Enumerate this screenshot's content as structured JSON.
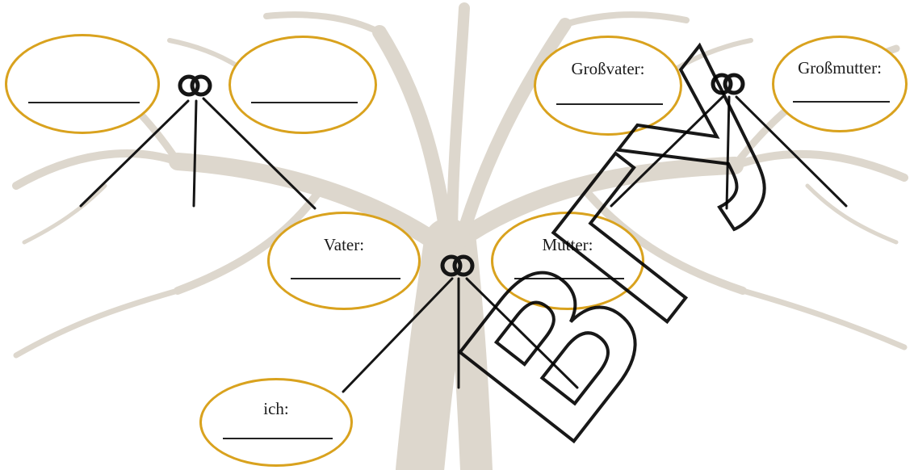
{
  "colors": {
    "ellipse_border": "#d9a21e",
    "tree": "#d8d2c8",
    "line": "#151515",
    "watermark": "#000000"
  },
  "members": {
    "great_grandfather": {
      "label": ""
    },
    "great_grandmother": {
      "label": ""
    },
    "grandfather": {
      "label": "Großvater:"
    },
    "grandmother": {
      "label": "Großmutter:"
    },
    "father": {
      "label": "Vater:"
    },
    "mother": {
      "label": "Mutter:"
    },
    "me": {
      "label": "ich:"
    }
  },
  "icons": {
    "marriage": "wedding-rings-icon"
  },
  "watermark": {
    "text": "ВГУ"
  }
}
